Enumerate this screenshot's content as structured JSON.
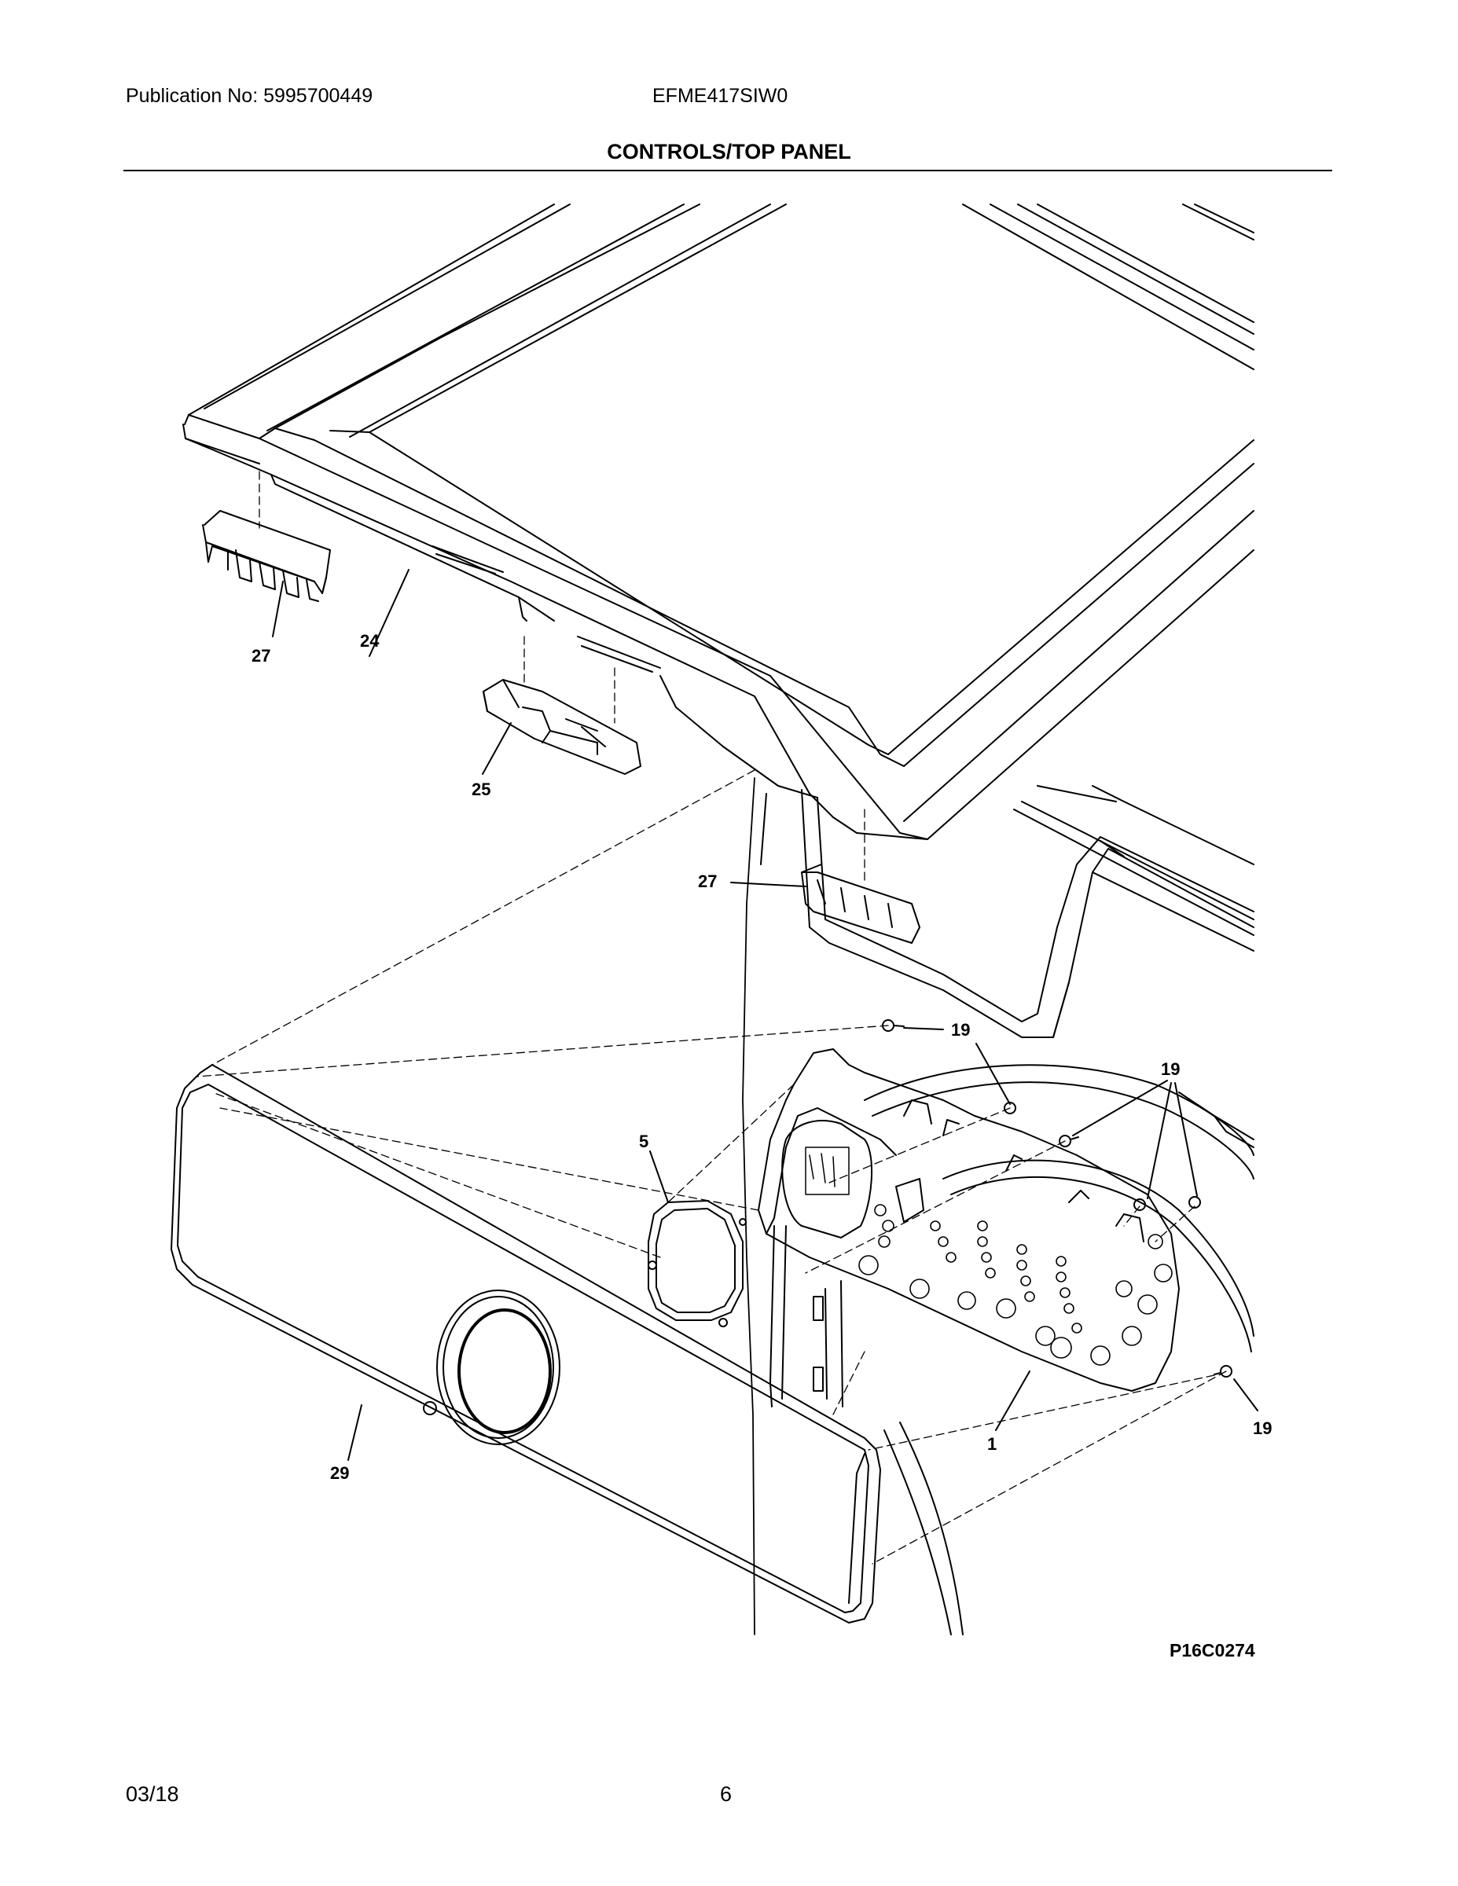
{
  "header": {
    "publication_label": "Publication No: 5995700449",
    "model": "EFME417SIW0",
    "section_title": "CONTROLS/TOP PANEL"
  },
  "diagram": {
    "figure_code": "P16C0274",
    "callouts": {
      "console_control_board": "1",
      "knob_cover_ring": "5",
      "screw_top_left": "19",
      "screw_top_right": "19",
      "screw_bottom_right": "19",
      "top_panel": "24",
      "top_panel_bracket": "25",
      "hinge_block_left": "27",
      "hinge_block_right": "27",
      "console_panel": "29"
    }
  },
  "footer": {
    "date": "03/18",
    "page": "6"
  }
}
